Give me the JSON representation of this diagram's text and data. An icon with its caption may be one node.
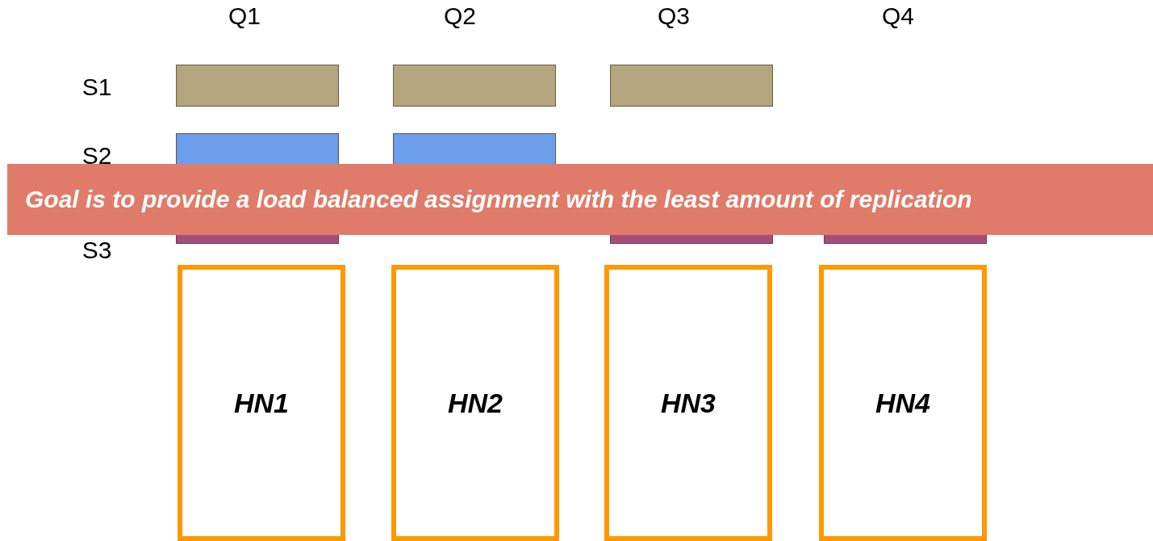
{
  "diagram": {
    "nodes": [
      {
        "text": [],
        "shape": "bar"
      },
      {
        "text": [],
        "shape": "bar"
      },
      {
        "text": [],
        "shape": "bar"
      },
      {
        "text": [],
        "shape": "bar"
      },
      {
        "text": [],
        "shape": "bar"
      },
      {
        "text": [],
        "shape": "bar"
      },
      {
        "text": [],
        "shape": "bar"
      },
      {
        "text": [],
        "shape": "bar"
      },
      {
        "text": [
          "Goal is to provide a load balanced assignment with the least amount of replication"
        ]
      },
      {
        "text": [
          "HN1"
        ]
      },
      {
        "text": [
          "HN2"
        ]
      },
      {
        "text": [
          "HN3"
        ]
      },
      {
        "text": [
          "HN4"
        ]
      }
    ],
    "labels": [
      "Q1",
      "Q2",
      "Q3",
      "Q4",
      "S1",
      "S2",
      "S3"
    ]
  }
}
